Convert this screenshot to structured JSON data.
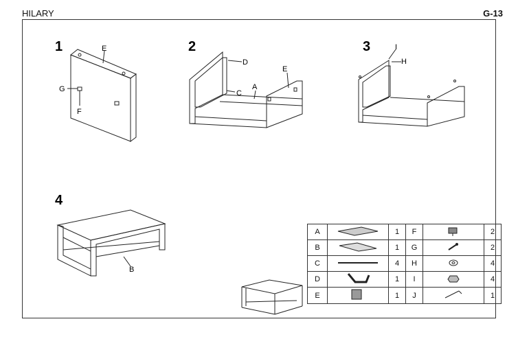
{
  "header": {
    "title": "HILARY",
    "code": "G-13"
  },
  "steps": [
    "1",
    "2",
    "3",
    "4"
  ],
  "labels": {
    "s1_e": "E",
    "s1_g": "G",
    "s1_f": "F",
    "s2_d": "D",
    "s2_c": "C",
    "s2_a": "A",
    "s2_e": "E",
    "s3_i": "I",
    "s3_h": "H",
    "s4_b": "B"
  },
  "parts": [
    {
      "letter": "A",
      "icon": "glass-top-icon",
      "qty": "1",
      "letter2": "F",
      "icon2": "clamp-icon",
      "qty2": "2"
    },
    {
      "letter": "B",
      "icon": "glass-shelf-icon",
      "qty": "1",
      "letter2": "G",
      "icon2": "screw-icon",
      "qty2": "2"
    },
    {
      "letter": "C",
      "icon": "rod-icon",
      "qty": "4",
      "letter2": "H",
      "icon2": "washer-icon",
      "qty2": "4"
    },
    {
      "letter": "D",
      "icon": "u-frame-icon",
      "qty": "1",
      "letter2": "I",
      "icon2": "nut-icon",
      "qty2": "4"
    },
    {
      "letter": "E",
      "icon": "panel-icon",
      "qty": "1",
      "letter2": "J",
      "icon2": "hex-key-icon",
      "qty2": "1"
    }
  ]
}
